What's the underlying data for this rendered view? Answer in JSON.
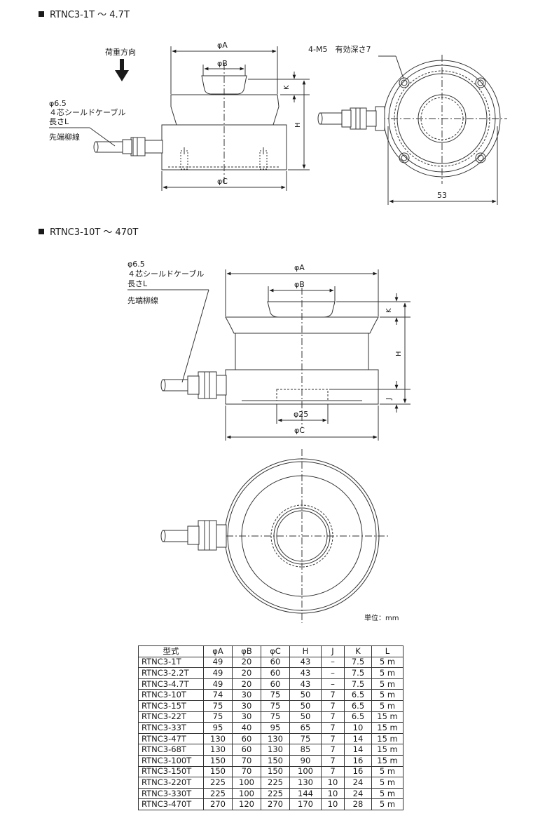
{
  "section1": {
    "title": "RTNC3-1T ～ 4.7T"
  },
  "section2": {
    "title": "RTNC3-10T ～ 470T"
  },
  "drawing1": {
    "load_direction": "荷重方向",
    "dim_A": "φA",
    "dim_B": "φB",
    "dim_C": "φC",
    "dim_K": "K",
    "dim_H": "H",
    "cable_line1": "φ6.5",
    "cable_line2": "４芯シールドケーブル",
    "cable_line3": "長さL",
    "cable_end": "先端柳線",
    "thread_note": "4-M5　有効深さ7",
    "dim_53": "53"
  },
  "drawing2": {
    "cable_line1": "φ6.5",
    "cable_line2": "４芯シールドケーブル",
    "cable_line3": "長さL",
    "cable_end": "先端柳線",
    "dim_A": "φA",
    "dim_B": "φB",
    "dim_K": "K",
    "dim_H": "H",
    "dim_J": "J",
    "dim_25": "φ25",
    "dim_C": "φC"
  },
  "unit_label": "単位：mm",
  "table": {
    "headers": [
      "型式",
      "φA",
      "φB",
      "φC",
      "H",
      "J",
      "K",
      "L"
    ],
    "rows": [
      [
        "RTNC3-1T",
        "49",
        "20",
        "60",
        "43",
        "–",
        "7.5",
        "5 m"
      ],
      [
        "RTNC3-2.2T",
        "49",
        "20",
        "60",
        "43",
        "–",
        "7.5",
        "5 m"
      ],
      [
        "RTNC3-4.7T",
        "49",
        "20",
        "60",
        "43",
        "–",
        "7.5",
        "5 m"
      ],
      [
        "RTNC3-10T",
        "74",
        "30",
        "75",
        "50",
        "7",
        "6.5",
        "5 m"
      ],
      [
        "RTNC3-15T",
        "75",
        "30",
        "75",
        "50",
        "7",
        "6.5",
        "5 m"
      ],
      [
        "RTNC3-22T",
        "75",
        "30",
        "75",
        "50",
        "7",
        "6.5",
        "15 m"
      ],
      [
        "RTNC3-33T",
        "95",
        "40",
        "95",
        "65",
        "7",
        "10",
        "15 m"
      ],
      [
        "RTNC3-47T",
        "130",
        "60",
        "130",
        "75",
        "7",
        "14",
        "15 m"
      ],
      [
        "RTNC3-68T",
        "130",
        "60",
        "130",
        "85",
        "7",
        "14",
        "15 m"
      ],
      [
        "RTNC3-100T",
        "150",
        "70",
        "150",
        "90",
        "7",
        "16",
        "15 m"
      ],
      [
        "RTNC3-150T",
        "150",
        "70",
        "150",
        "100",
        "7",
        "16",
        "5 m"
      ],
      [
        "RTNC3-220T",
        "225",
        "100",
        "225",
        "130",
        "10",
        "24",
        "5 m"
      ],
      [
        "RTNC3-330T",
        "225",
        "100",
        "225",
        "144",
        "10",
        "24",
        "5 m"
      ],
      [
        "RTNC3-470T",
        "270",
        "120",
        "270",
        "170",
        "10",
        "28",
        "5 m"
      ]
    ]
  }
}
